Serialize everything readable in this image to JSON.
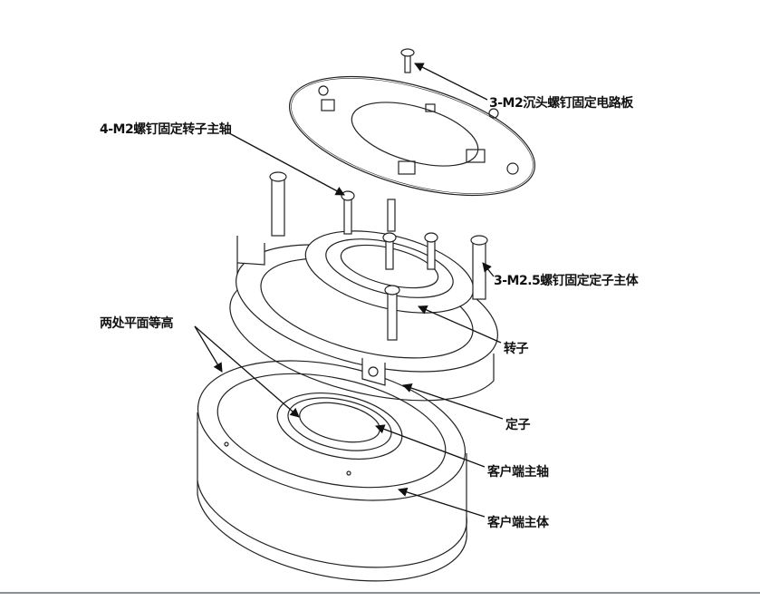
{
  "labels": {
    "pcb_screws": "3-M2沉头螺钉固定电路板",
    "rotor_screws": "4-M2螺钉固定转子主轴",
    "stator_screws": "3-M2.5螺钉固定定子主体",
    "flat_surfaces": "两处平面等高",
    "rotor": "转子",
    "stator": "定子",
    "client_shaft": "客户端主轴",
    "client_body": "客户端主体"
  }
}
